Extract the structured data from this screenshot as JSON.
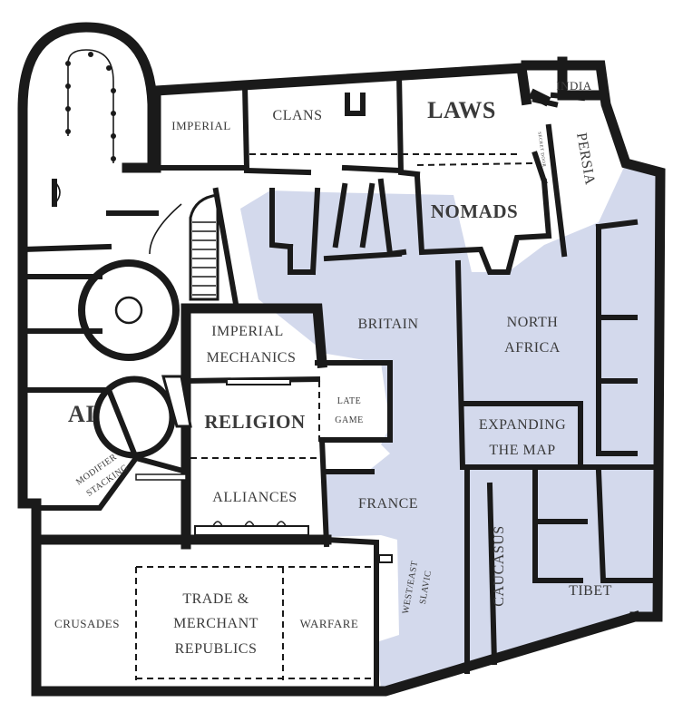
{
  "rooms": {
    "imperial": "IMPERIAL",
    "clans": "CLANS",
    "laws": "LAWS",
    "india": "INDIA",
    "secret_door": "SECRET DOOR",
    "persia": "PERSIA",
    "nomads": "NOMADS",
    "britain": "BRITAIN",
    "north_africa_1": "NORTH",
    "north_africa_2": "AFRICA",
    "imperial_mechanics_1": "IMPERIAL",
    "imperial_mechanics_2": "MECHANICS",
    "late_game_1": "LATE",
    "late_game_2": "GAME",
    "religion": "RELIGION",
    "ai": "AI",
    "modifier_stacking_1": "MODIFIER",
    "modifier_stacking_2": "STACKING",
    "expanding_the_map_1": "EXPANDING",
    "expanding_the_map_2": "THE MAP",
    "alliances": "ALLIANCES",
    "france": "FRANCE",
    "west_east_slavic_1": "WEST/EAST",
    "west_east_slavic_2": "SLAVIC",
    "caucasus": "CAUCASUS",
    "tibet": "TIBET",
    "crusades": "CRUSADES",
    "trade_1": "TRADE &",
    "trade_2": "MERCHANT",
    "trade_3": "REPUBLICS",
    "warfare": "WARFARE"
  },
  "colors": {
    "shaded_region": "#d3d9ec",
    "walls": "#1a1a1a",
    "label_text": "#3a3a3a",
    "background": "#ffffff"
  }
}
